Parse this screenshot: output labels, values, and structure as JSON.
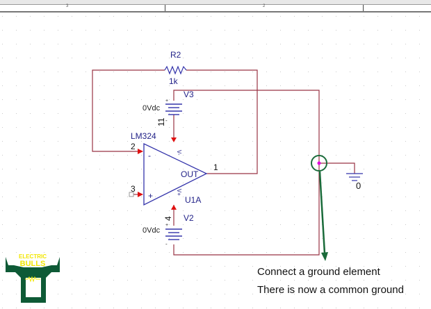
{
  "border": {
    "zone_labels": [
      "3",
      "2"
    ]
  },
  "schematic": {
    "resistor": {
      "ref": "R2",
      "value": "1k"
    },
    "opamp": {
      "part": "LM324",
      "ref": "U1A",
      "out_label": "OUT",
      "minus_sign": "-",
      "plus_sign": "+",
      "vminus": "V-",
      "vplus": "V+"
    },
    "pins": {
      "inv": "2",
      "noninv": "3",
      "out": "1",
      "vneg": "4",
      "vpos": "11"
    },
    "sources": [
      {
        "ref": "V3",
        "value": "0Vdc",
        "plus": "+",
        "minus": "-"
      },
      {
        "ref": "V2",
        "value": "0Vdc",
        "plus": "+",
        "minus": "-"
      }
    ],
    "ground": {
      "label": "0"
    },
    "colors": {
      "wire": "#993344",
      "component": "#3333aa",
      "pin_arrow": "#e01010",
      "annotation": "#1a6b3a",
      "node_dot": "#e000e0"
    }
  },
  "annotations": [
    "Connect a ground element",
    "There is now a common ground"
  ],
  "logo": {
    "text_line1": "ELECTRIC",
    "text_line2": "BULLS",
    "color_green": "#0e5a36",
    "color_yellow": "#f2e600"
  }
}
